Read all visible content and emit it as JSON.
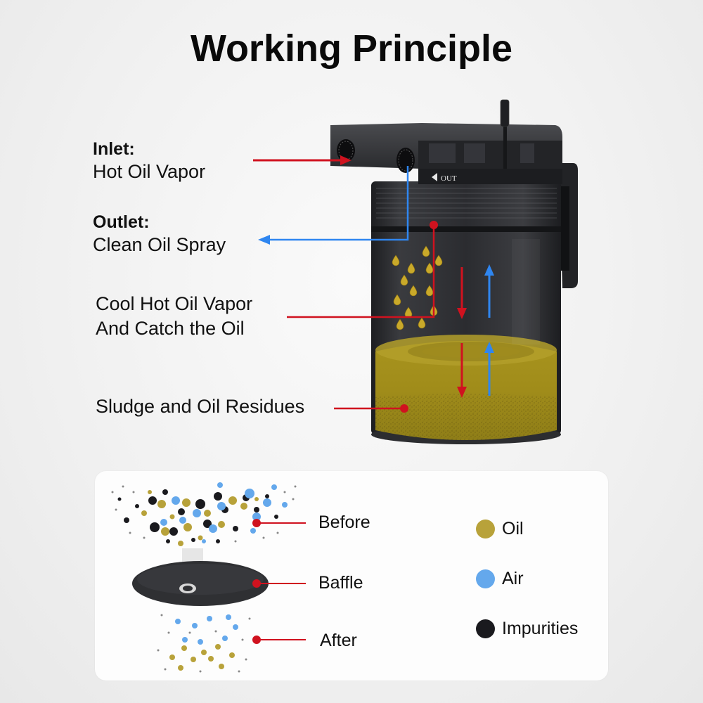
{
  "title": "Working Principle",
  "colors": {
    "red_arrow": "#d0121f",
    "blue_arrow": "#2f86f0",
    "oil": "#b8a23a",
    "air": "#64a8ec",
    "impurities": "#1a1a1e",
    "canister": "#2a2b2e",
    "oil_fill": "#a38f1c"
  },
  "callouts": {
    "inlet": {
      "heading": "Inlet:",
      "text": "Hot Oil Vapor"
    },
    "outlet": {
      "heading": "Outlet:",
      "text": "Clean Oil Spray"
    },
    "cool": {
      "line1": "Cool Hot Oil Vapor",
      "line2": "And Catch the Oil"
    },
    "sludge": {
      "text": "Sludge and Oil Residues"
    }
  },
  "canister": {
    "out_marking": "OUT"
  },
  "baffle_panel": {
    "stages": [
      {
        "label": "Before"
      },
      {
        "label": "Baffle"
      },
      {
        "label": "After"
      }
    ],
    "legend": [
      {
        "label": "Oil",
        "color": "#b8a23a"
      },
      {
        "label": "Air",
        "color": "#64a8ec"
      },
      {
        "label": "Impurities",
        "color": "#1a1a1e"
      }
    ]
  }
}
